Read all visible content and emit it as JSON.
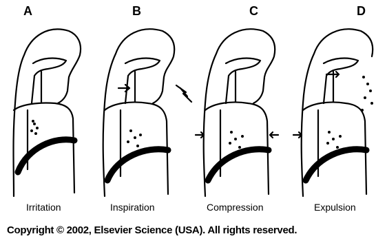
{
  "panels": [
    {
      "letter": "A",
      "label": "Irritation"
    },
    {
      "letter": "B",
      "label": "Inspiration"
    },
    {
      "letter": "C",
      "label": "Compression"
    },
    {
      "letter": "D",
      "label": "Expulsion"
    }
  ],
  "copyright": "Copyright © 2002, Elsevier Science (USA). All rights reserved."
}
